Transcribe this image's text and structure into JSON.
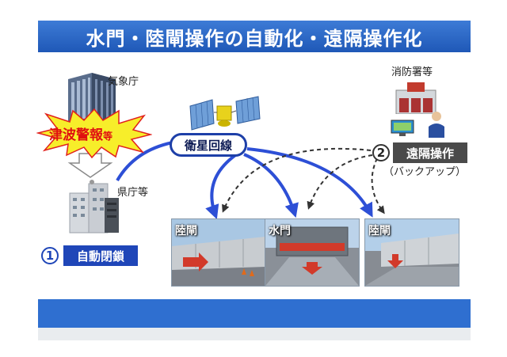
{
  "title": "水門・陸閘操作の自動化・遠隔操作化",
  "labels": {
    "jma": "気象庁",
    "fire_dept": "消防署等",
    "prefecture": "県庁等",
    "tsunami_main": "津波警報",
    "tsunami_suffix": "等",
    "satellite": "衛星回線",
    "remote_num": "2",
    "remote": "遠隔操作",
    "backup": "（バックアップ）",
    "auto_num": "1",
    "auto": "自動閉鎖"
  },
  "photos": [
    {
      "label": "陸閘"
    },
    {
      "label": "水門"
    },
    {
      "label": "陸閘"
    }
  ],
  "colors": {
    "title_bg": "#2a64c4",
    "solid_arrow": "#2d4fd6",
    "dashed_arrow": "#333333",
    "starburst": "#f7ee2a",
    "tsunami_text": "#e01010"
  }
}
